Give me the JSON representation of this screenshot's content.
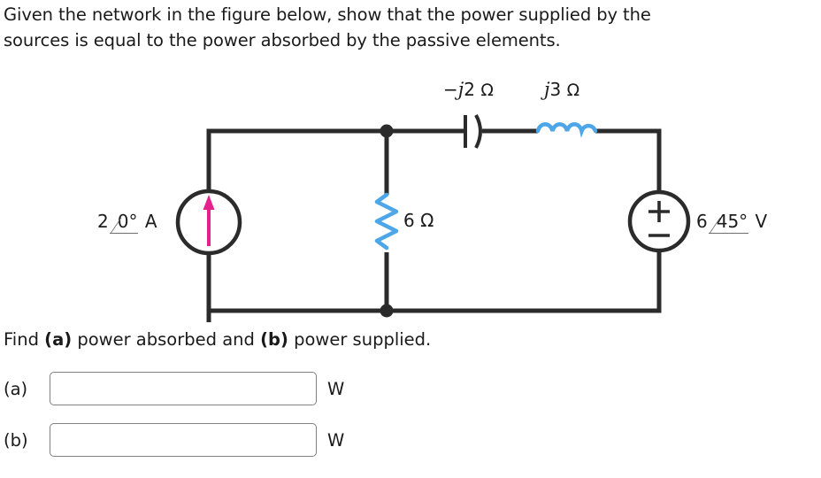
{
  "prompt": {
    "line1": "Given the network in the figure below, show that the power supplied by the",
    "line2": "sources is equal to the power absorbed by the passive elements."
  },
  "figure": {
    "name": "ac-circuit-diagram",
    "current_source": {
      "magnitude": "2",
      "angle": "0°",
      "unit": "A",
      "label": "2/0° A",
      "arrow_color": "#e5218e",
      "arrow_direction": "up"
    },
    "resistor": {
      "value": "6",
      "unit": "Ω",
      "label": "6 Ω",
      "color": "#4da6e8"
    },
    "capacitor": {
      "reactance": "−j2",
      "unit": "Ω",
      "j_symbol": "j",
      "prefix": "−",
      "coefficient": "2",
      "label": "−j2 Ω",
      "color": "#2b2b2b"
    },
    "inductor": {
      "reactance": "j3",
      "unit": "Ω",
      "j_symbol": "j",
      "coefficient": "3",
      "label": "j3 Ω",
      "color": "#4da6e8"
    },
    "voltage_source": {
      "magnitude": "6",
      "angle": "45°",
      "unit": "V",
      "label": "6/45° V",
      "plus_sign": "+",
      "minus_sign": "−"
    },
    "wire_color": "#2b2b2b"
  },
  "question": {
    "find_prefix": "Find ",
    "part_a_tag": "(a)",
    "find_mid": " power absorbed and ",
    "part_b_tag": "(b)",
    "find_suffix": " power supplied."
  },
  "answers": {
    "rows": [
      {
        "label": "(a)",
        "value": "",
        "placeholder": "",
        "unit": "W"
      },
      {
        "label": "(b)",
        "value": "",
        "placeholder": "",
        "unit": "W"
      }
    ]
  }
}
